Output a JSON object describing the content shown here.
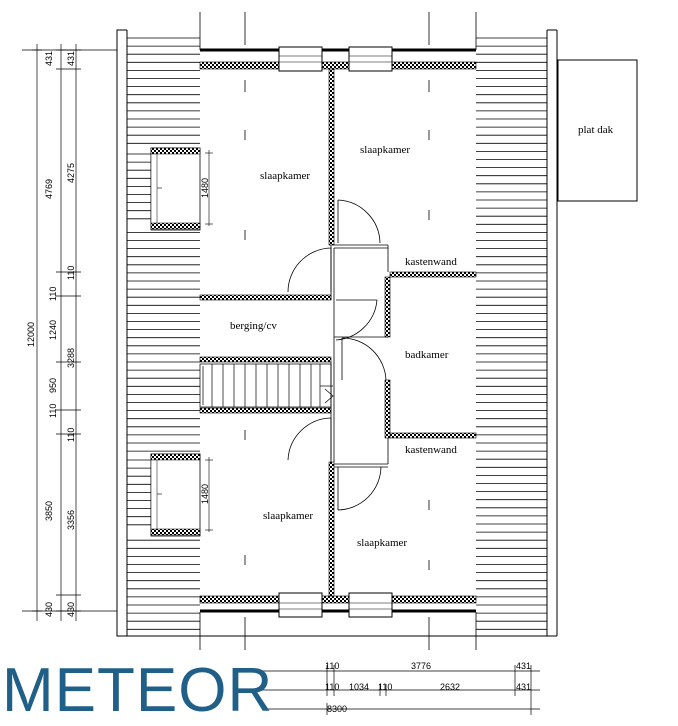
{
  "brand": {
    "logo_text": "METEOR",
    "color": "#1f5f88"
  },
  "rooms": {
    "slaapkamer_nw": "slaapkamer",
    "slaapkamer_ne": "slaapkamer",
    "kastenwand_top": "kastenwand",
    "berging": "berging/cv",
    "badkamer": "badkamer",
    "kastenwand_bottom": "kastenwand",
    "slaapkamer_sw": "slaapkamer",
    "slaapkamer_se": "slaapkamer",
    "plat_dak": "plat dak"
  },
  "window_dims": {
    "upper": "1480",
    "lower": "1480"
  },
  "dims_left_outer": {
    "top": "431",
    "upper": "4769",
    "total": "12000",
    "lower": "3850",
    "bottom": "430"
  },
  "dims_left_inner": {
    "top": "431",
    "upper": "4275",
    "wall1": "110",
    "berging": "1240",
    "wall2": "110",
    "stair_total": "3288",
    "stair": "950",
    "wall3": "110",
    "wall4": "110",
    "lower": "3356",
    "bottom": "430"
  },
  "dims_bottom": {
    "row1_wall": "110",
    "row1_main": "3776",
    "row1_right": "431",
    "row2_wall1": "110",
    "row2_mid": "1034",
    "row2_wall2": "110",
    "row2_main": "2632",
    "row2_right": "431",
    "total": "8300"
  },
  "colors": {
    "line": "#000000",
    "roof": "#000000",
    "brand": "#1f5f88"
  }
}
